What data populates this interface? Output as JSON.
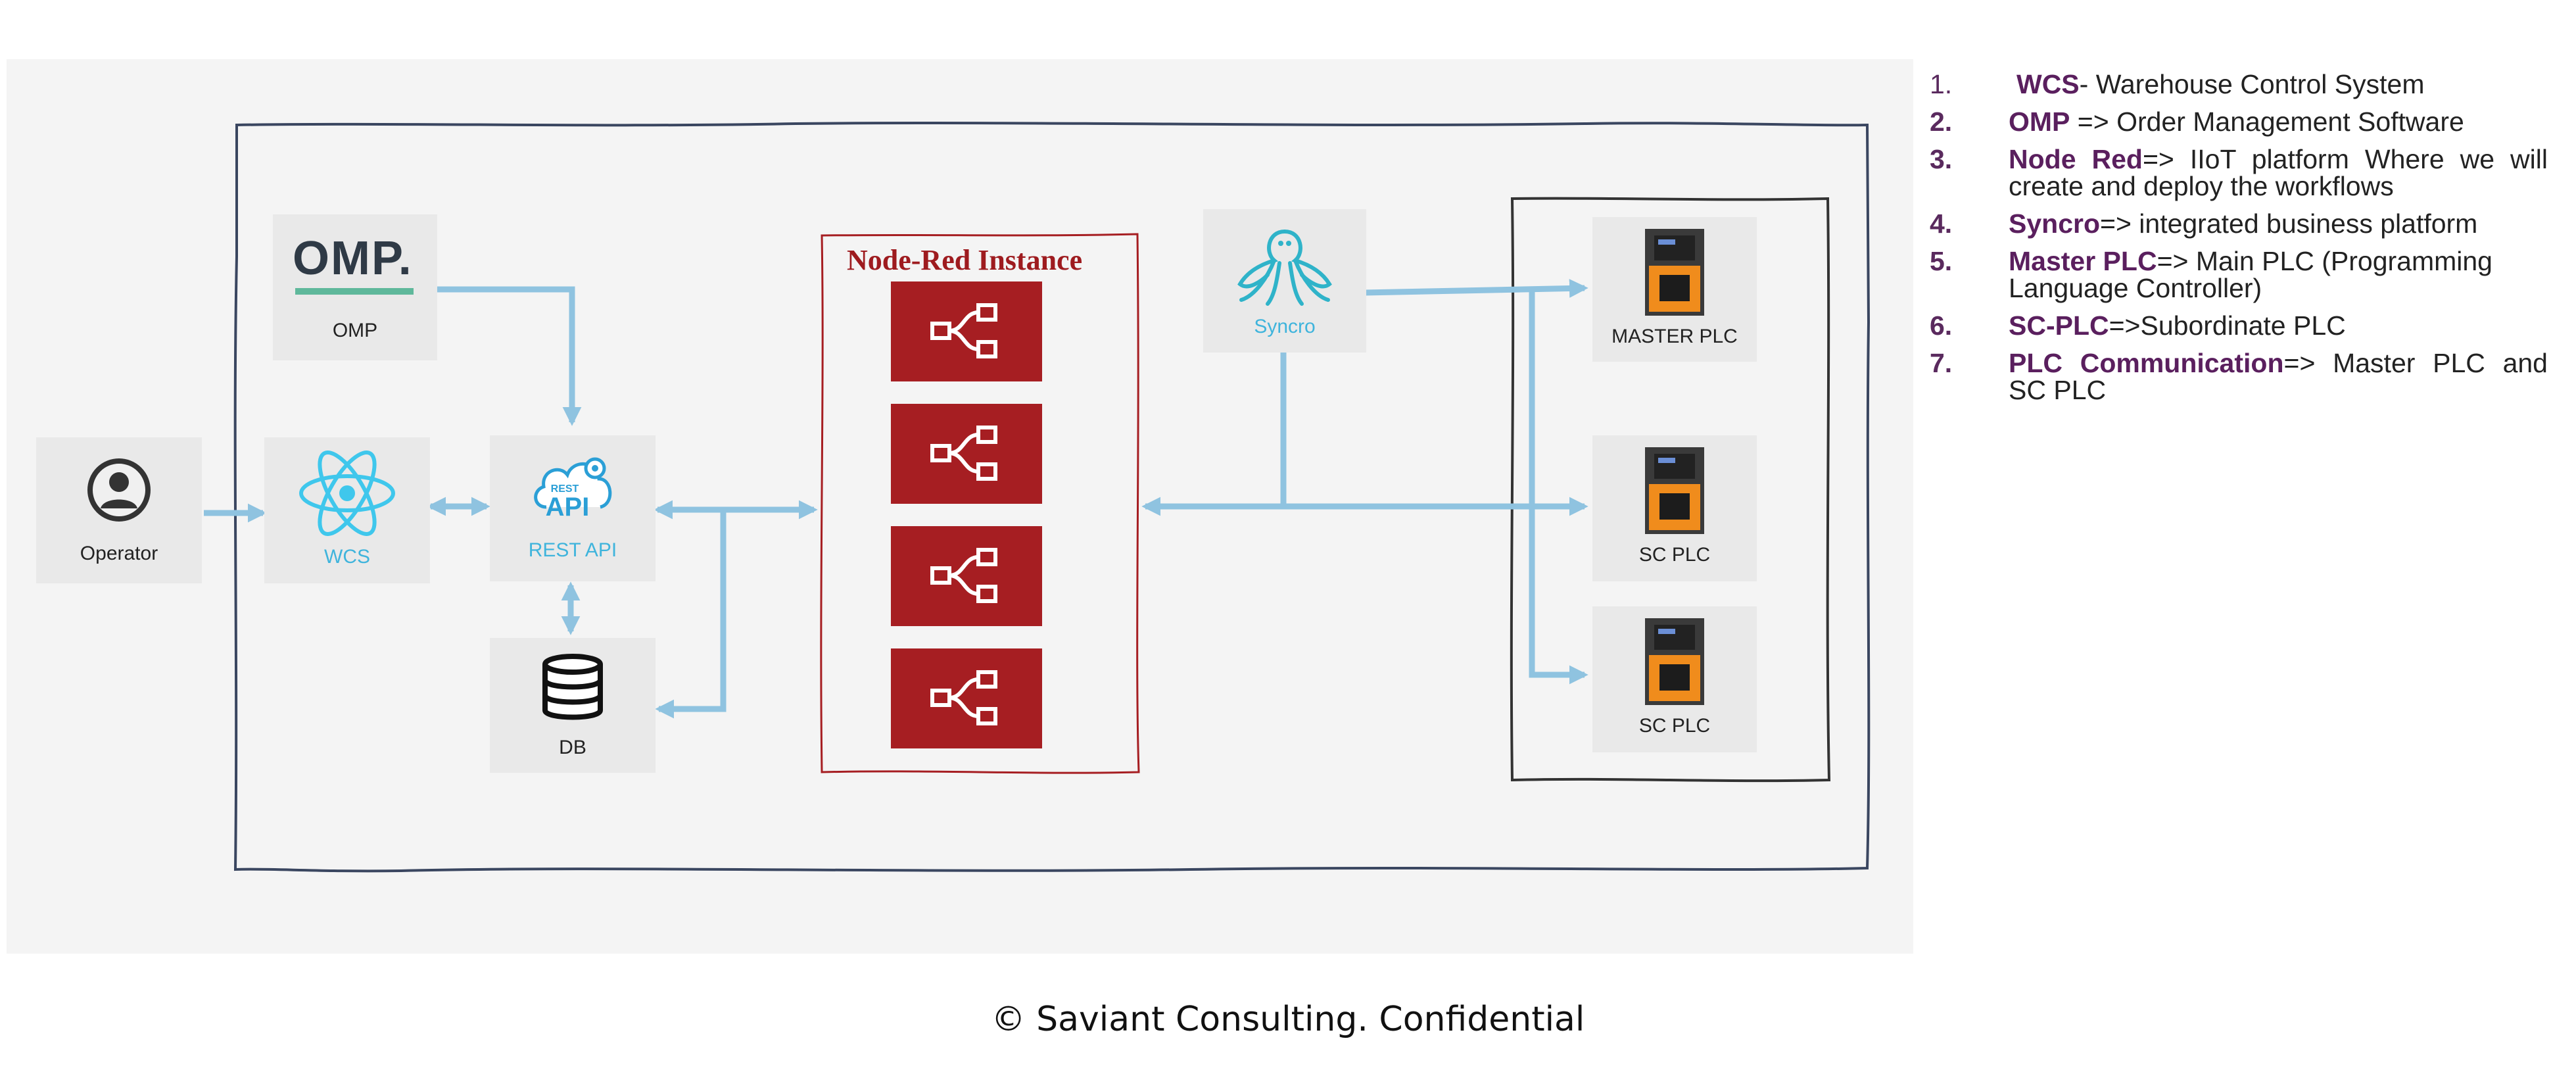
{
  "diagram": {
    "nodes": {
      "operator": {
        "label": "Operator"
      },
      "omp": {
        "label": "OMP",
        "logo_text": "OMP."
      },
      "wcs": {
        "label": "WCS"
      },
      "rest_api": {
        "label": "REST API",
        "logo_text_top": "REST",
        "logo_text_main": "API"
      },
      "db": {
        "label": "DB"
      },
      "node_red": {
        "title": "Node-Red Instance",
        "flow_count": 4
      },
      "syncro": {
        "label": "Syncro"
      },
      "master_plc": {
        "label": "MASTER PLC"
      },
      "sc_plc_1": {
        "label": "SC PLC"
      },
      "sc_plc_2": {
        "label": "SC PLC"
      }
    },
    "edges": [
      {
        "from": "operator",
        "to": "wcs",
        "direction": "forward"
      },
      {
        "from": "wcs",
        "to": "rest_api",
        "direction": "both"
      },
      {
        "from": "omp",
        "to": "rest_api",
        "direction": "forward"
      },
      {
        "from": "rest_api",
        "to": "db",
        "direction": "both"
      },
      {
        "from": "rest_api",
        "to": "node_red",
        "direction": "both"
      },
      {
        "from": "db",
        "to": "node_red",
        "direction": "backward"
      },
      {
        "from": "syncro",
        "to": "master_plc",
        "direction": "forward"
      },
      {
        "from": "syncro",
        "to": "node_red",
        "direction": "forward"
      },
      {
        "from": "syncro",
        "to": "sc_plc_1",
        "direction": "forward"
      },
      {
        "from": "syncro",
        "to": "sc_plc_2",
        "direction": "forward"
      }
    ]
  },
  "legend": [
    {
      "num": "1.",
      "term": "WCS",
      "desc": "- Warehouse Control System"
    },
    {
      "num": "2.",
      "term": "OMP",
      "desc": " => Order Management Software"
    },
    {
      "num": "3.",
      "term": "Node Red",
      "desc": "=> IIoT platform Where we will create and deploy the workflows"
    },
    {
      "num": "4.",
      "term": "Syncro",
      "desc": "=> integrated business platform"
    },
    {
      "num": "5.",
      "term": "Master PLC",
      "desc": "=> Main PLC (Programming Language Controller)"
    },
    {
      "num": "6.",
      "term": "SC-PLC",
      "desc": "=>Subordinate PLC"
    },
    {
      "num": "7.",
      "term": "PLC Communication",
      "desc": "=> Master PLC and SC PLC"
    }
  ],
  "footer": {
    "text": "© Saviant Consulting. Confidential"
  },
  "colors": {
    "arrow": "#8fc3e0",
    "node_red": "#a61e22",
    "tile": "#e9e9e9",
    "wcs_blue": "#3fb4dc"
  }
}
